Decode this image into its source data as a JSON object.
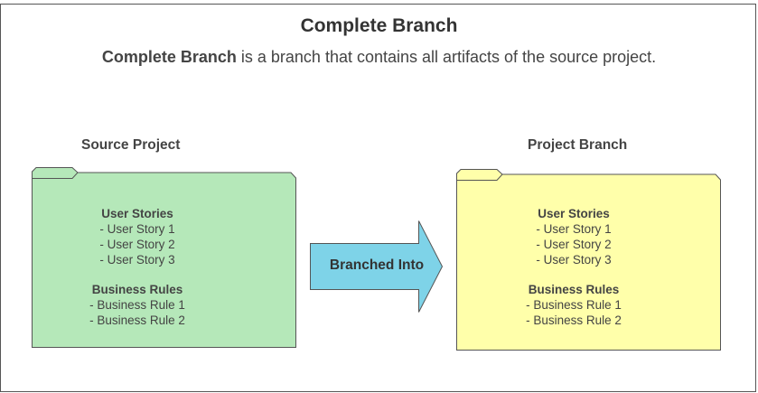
{
  "header": {
    "title": "Complete Branch",
    "subtitle_bold": "Complete Branch",
    "subtitle_rest": " is a branch that contains all artifacts of the source project."
  },
  "source": {
    "label": "Source Project",
    "color": "#b5e8b9",
    "stories_header": "User Stories",
    "stories": [
      "- User Story 1",
      "- User Story 2",
      "- User Story 3"
    ],
    "rules_header": "Business Rules",
    "rules": [
      "- Business Rule 1",
      "- Business Rule 2"
    ]
  },
  "arrow": {
    "label": "Branched Into",
    "color": "#7ed3e8"
  },
  "branch": {
    "label": "Project Branch",
    "color": "#ffffaa",
    "stories_header": "User Stories",
    "stories": [
      "- User Story 1",
      "- User Story 2",
      "- User Story 3"
    ],
    "rules_header": "Business Rules",
    "rules": [
      "- Business Rule 1",
      "- Business Rule 2"
    ]
  }
}
